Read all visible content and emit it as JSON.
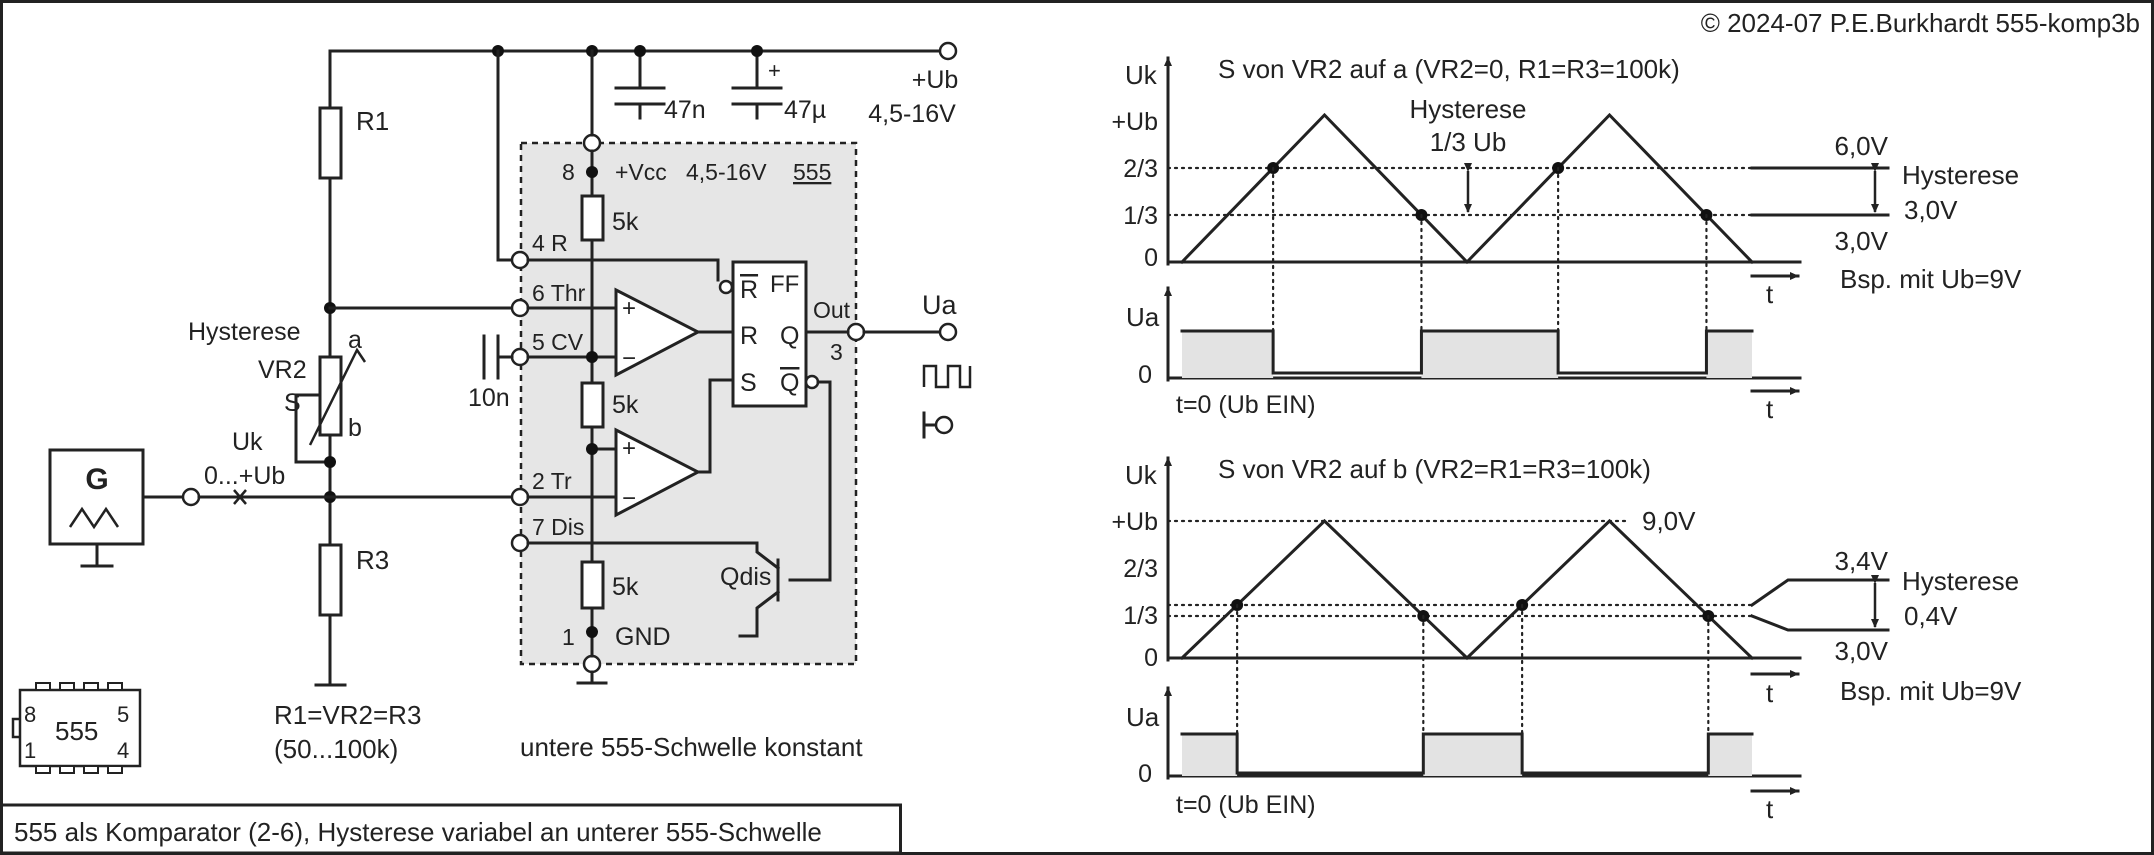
{
  "copyright": "© 2024-07 P.E.Burkhardt 555-komp3b",
  "caption": "555 als Komparator (2-6), Hysterese variabel an unterer 555-Schwelle",
  "circuit": {
    "supply_label": "+Ub",
    "supply_range": "4,5-16V",
    "cap_47n": "47n",
    "cap_47u": "47µ",
    "cap_plus": "+",
    "r1": "R1",
    "r3": "R3",
    "hysteresis": "Hysterese",
    "vr2": "VR2",
    "wiper_s": "S",
    "tap_a": "a",
    "tap_b": "b",
    "uk": "Uk",
    "uk_range": "0...+Ub",
    "generator": "G",
    "generator_wave": "⋀⋀",
    "resistor_note": "R1=VR2=R3",
    "resistor_range": "(50...100k)",
    "threshold_note": "untere 555-Schwelle konstant",
    "ic_chip_label": "555",
    "chip_pins": [
      "8",
      "5",
      "1",
      "4"
    ],
    "cap_cv": "10n",
    "ic": {
      "pin8": "8",
      "vcc": "+Vcc",
      "vcc_range": "4,5-16V",
      "name": "555",
      "r_int": "5k",
      "pin4": "4 R",
      "pin6": "6 Thr",
      "pin5": "5 CV",
      "pin2": "2 Tr",
      "pin7": "7 Dis",
      "pin1": "1",
      "gnd": "GND",
      "ff": "FF",
      "rbar": "R",
      "r": "R",
      "s": "S",
      "q": "Q",
      "qbar": "Q",
      "out": "Out",
      "pin3": "3",
      "qdis": "Qdis",
      "plus": "+",
      "minus": "−"
    },
    "ua": "Ua",
    "square_symbol": "⊓⊓⊓"
  },
  "chart_top": {
    "title": "S von VR2 auf a (VR2=0, R1=R3=100k)",
    "y_axis": "Uk",
    "y_ticks": [
      "+Ub",
      "2/3",
      "1/3",
      "0"
    ],
    "t": "t",
    "annotation_title": "Hysterese",
    "annotation_value": "1/3 Ub",
    "upper_voltage": "6,0V",
    "lower_voltage": "3,0V",
    "hysteresis_label": "Hysterese",
    "hysteresis_value": "3,0V",
    "example": "Bsp. mit Ub=9V",
    "ua_axis": "Ua",
    "ua_zero": "0",
    "start_note": "t=0 (Ub EIN)"
  },
  "chart_bottom": {
    "title": "S von VR2 auf b (VR2=R1=R3=100k)",
    "y_axis": "Uk",
    "y_ticks": [
      "+Ub",
      "2/3",
      "1/3",
      "0"
    ],
    "t": "t",
    "ub_voltage": "9,0V",
    "upper_voltage": "3,4V",
    "lower_voltage": "3,0V",
    "hysteresis_label": "Hysterese",
    "hysteresis_value": "0,4V",
    "example": "Bsp. mit Ub=9V",
    "ua_axis": "Ua",
    "ua_zero": "0",
    "start_note": "t=0 (Ub EIN)"
  },
  "chart_data": [
    {
      "type": "line",
      "title": "S von VR2 auf a (VR2=0, R1=R3=100k)",
      "ylabel": "Uk",
      "xlabel": "t",
      "y_tick_labels": [
        "0",
        "1/3",
        "2/3",
        "+Ub"
      ],
      "series": [
        {
          "name": "Uk",
          "x": [
            0,
            1,
            2,
            3,
            4
          ],
          "y": [
            0,
            1,
            0,
            1,
            0
          ]
        }
      ],
      "switch_levels": {
        "upper": "2/3",
        "lower": "1/3"
      },
      "output": {
        "name": "Ua",
        "levels": [
          1,
          0,
          1,
          0,
          1
        ]
      }
    },
    {
      "type": "line",
      "title": "S von VR2 auf b (VR2=R1=R3=100k)",
      "ylabel": "Uk",
      "xlabel": "t",
      "y_tick_labels": [
        "0",
        "1/3",
        "2/3",
        "+Ub"
      ],
      "series": [
        {
          "name": "Uk",
          "x": [
            0,
            1,
            2,
            3,
            4
          ],
          "y": [
            0,
            1,
            0,
            1,
            0
          ]
        }
      ],
      "switch_levels": {
        "upper": "3,4V",
        "lower": "3,0V"
      },
      "output": {
        "name": "Ua",
        "levels": [
          1,
          0,
          1,
          0,
          1
        ]
      }
    }
  ]
}
